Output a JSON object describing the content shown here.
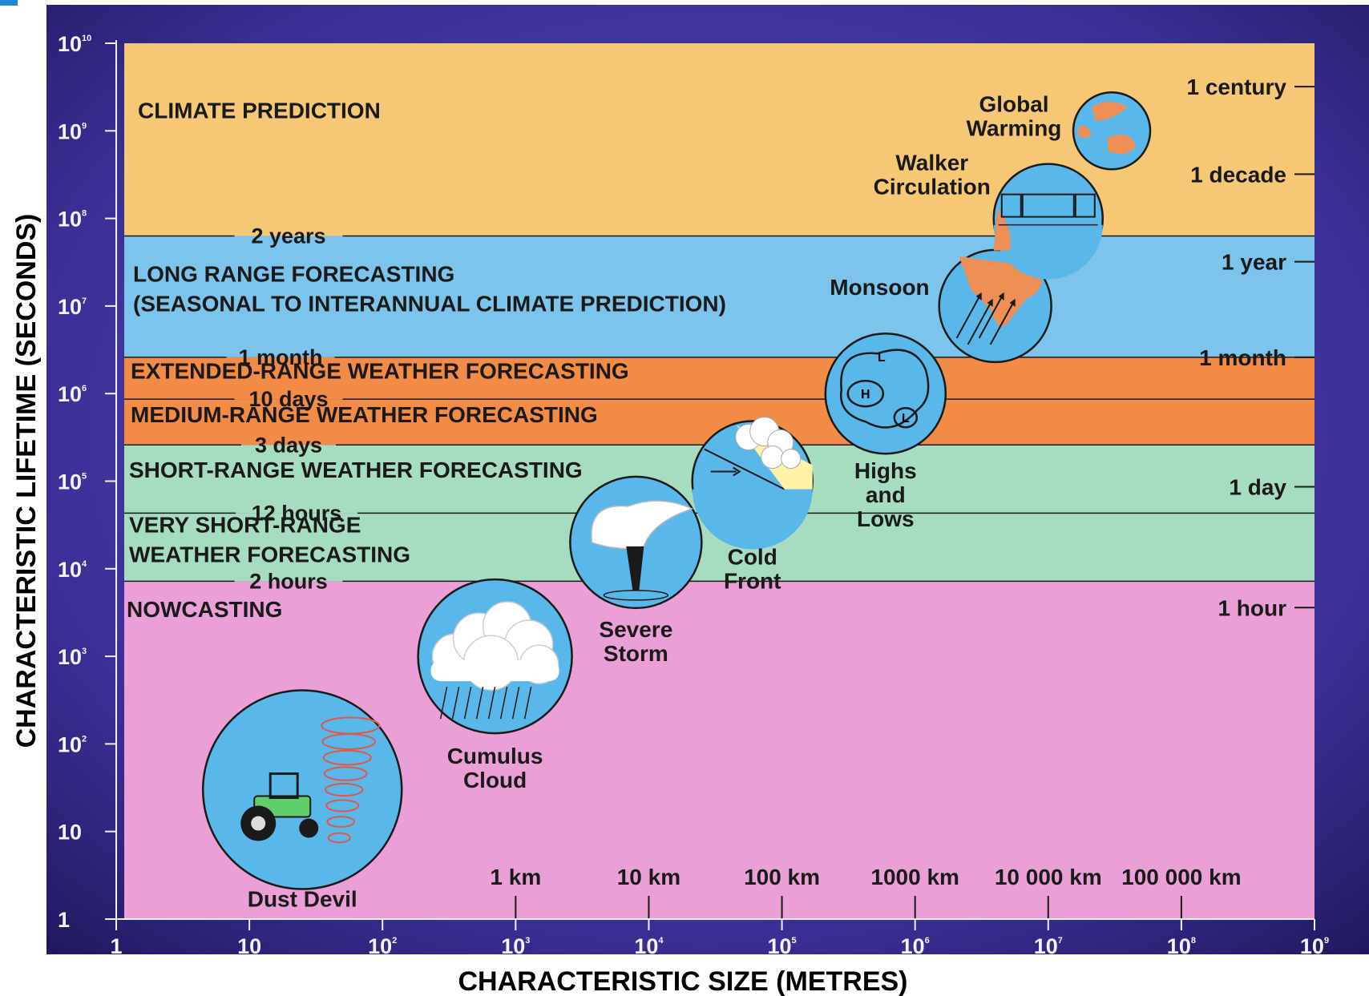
{
  "colors": {
    "frame_outer": "#2a2170",
    "frame_inner": "#4b3fa6",
    "climate_band": "#f6c875",
    "long_range_band": "#7cc4ec",
    "extended_band": "#f18b45",
    "short_range_band": "#a6dcc0",
    "nowcasting_band": "#ea9fd6",
    "circle_fill": "#5ab7ea",
    "land": "#ee8f55"
  },
  "chart_data": {
    "type": "scatter",
    "xlabel": "CHARACTERISTIC SIZE (METRES)",
    "ylabel": "CHARACTERISTIC LIFETIME (SECONDS)",
    "xscale": "log",
    "yscale": "log",
    "xlim": [
      1,
      1000000000
    ],
    "ylim": [
      1,
      10000000000
    ],
    "x_ticks": [
      {
        "value": 1,
        "base": "1",
        "exp": ""
      },
      {
        "value": 10,
        "base": "10",
        "exp": ""
      },
      {
        "value": 100,
        "base": "10",
        "exp": "2"
      },
      {
        "value": 1000,
        "base": "10",
        "exp": "3"
      },
      {
        "value": 10000,
        "base": "10",
        "exp": "4"
      },
      {
        "value": 100000,
        "base": "10",
        "exp": "5"
      },
      {
        "value": 1000000,
        "base": "10",
        "exp": "6"
      },
      {
        "value": 10000000,
        "base": "10",
        "exp": "7"
      },
      {
        "value": 100000000,
        "base": "10",
        "exp": "8"
      },
      {
        "value": 1000000000,
        "base": "10",
        "exp": "9"
      }
    ],
    "y_ticks": [
      {
        "value": 1,
        "base": "1",
        "exp": ""
      },
      {
        "value": 10,
        "base": "10",
        "exp": ""
      },
      {
        "value": 100,
        "base": "10",
        "exp": "2"
      },
      {
        "value": 1000,
        "base": "10",
        "exp": "3"
      },
      {
        "value": 10000,
        "base": "10",
        "exp": "4"
      },
      {
        "value": 100000,
        "base": "10",
        "exp": "5"
      },
      {
        "value": 1000000,
        "base": "10",
        "exp": "6"
      },
      {
        "value": 10000000,
        "base": "10",
        "exp": "7"
      },
      {
        "value": 100000000,
        "base": "10",
        "exp": "8"
      },
      {
        "value": 1000000000,
        "base": "10",
        "exp": "9"
      },
      {
        "value": 10000000000,
        "base": "10",
        "exp": "10"
      }
    ],
    "forecast_bands": [
      {
        "label": "CLIMATE PREDICTION",
        "y_from": 63000000,
        "y_to": 10000000000,
        "color": "#f6c875"
      },
      {
        "label": "LONG RANGE FORECASTING",
        "label2": "(SEASONAL TO INTERANNUAL CLIMATE PREDICTION)",
        "y_from": 2600000,
        "y_to": 63000000,
        "color": "#7cc4ec"
      },
      {
        "label": "EXTENDED-RANGE WEATHER FORECASTING",
        "y_from": 864000,
        "y_to": 2600000,
        "color": "#f18b45"
      },
      {
        "label": "MEDIUM-RANGE WEATHER FORECASTING",
        "y_from": 259200,
        "y_to": 864000,
        "color": "#f18b45"
      },
      {
        "label": "SHORT-RANGE WEATHER FORECASTING",
        "y_from": 43200,
        "y_to": 259200,
        "color": "#a6dcc0"
      },
      {
        "label": "VERY SHORT-RANGE",
        "label2": "WEATHER FORECASTING",
        "y_from": 7200,
        "y_to": 43200,
        "color": "#a6dcc0"
      },
      {
        "label": "NOWCASTING",
        "y_from": 1,
        "y_to": 7200,
        "color": "#ea9fd6"
      }
    ],
    "band_boundaries": [
      {
        "label": "2 years",
        "value": 63000000
      },
      {
        "label": "1 month",
        "value": 2600000
      },
      {
        "label": "10 days",
        "value": 864000
      },
      {
        "label": "3 days",
        "value": 259200
      },
      {
        "label": "12 hours",
        "value": 43200
      },
      {
        "label": "2 hours",
        "value": 7200
      }
    ],
    "time_markers": [
      {
        "label": "1 century",
        "value": 3200000000
      },
      {
        "label": "1 decade",
        "value": 320000000
      },
      {
        "label": "1 year",
        "value": 32000000
      },
      {
        "label": "1 month",
        "value": 2600000
      },
      {
        "label": "1 day",
        "value": 86400
      },
      {
        "label": "1 hour",
        "value": 3600
      }
    ],
    "size_markers": [
      {
        "label": "1 km",
        "value": 1000
      },
      {
        "label": "10 km",
        "value": 10000
      },
      {
        "label": "100 km",
        "value": 100000
      },
      {
        "label": "1000 km",
        "value": 1000000
      },
      {
        "label": "10 000 km",
        "value": 10000000
      },
      {
        "label": "100 000 km",
        "value": 100000000
      }
    ],
    "phenomena": [
      {
        "name": "Dust Devil",
        "size": 25,
        "lifetime": 30,
        "icon": "dust-devil-icon"
      },
      {
        "name": "Cumulus Cloud",
        "size": 700,
        "lifetime": 1000,
        "icon": "cumulus-cloud-icon"
      },
      {
        "name": "Severe Storm",
        "size": 8000,
        "lifetime": 20000,
        "icon": "severe-storm-icon"
      },
      {
        "name": "Cold Front",
        "size": 60000,
        "lifetime": 100000,
        "icon": "cold-front-icon"
      },
      {
        "name": "Highs and Lows",
        "size": 600000,
        "lifetime": 1000000,
        "icon": "highs-lows-icon"
      },
      {
        "name": "Monsoon",
        "size": 4000000,
        "lifetime": 10000000,
        "icon": "monsoon-icon"
      },
      {
        "name": "Walker Circulation",
        "size": 10000000,
        "lifetime": 100000000,
        "icon": "walker-circulation-icon"
      },
      {
        "name": "Global Warming",
        "size": 30000000,
        "lifetime": 1000000000,
        "icon": "globe-icon"
      }
    ]
  }
}
